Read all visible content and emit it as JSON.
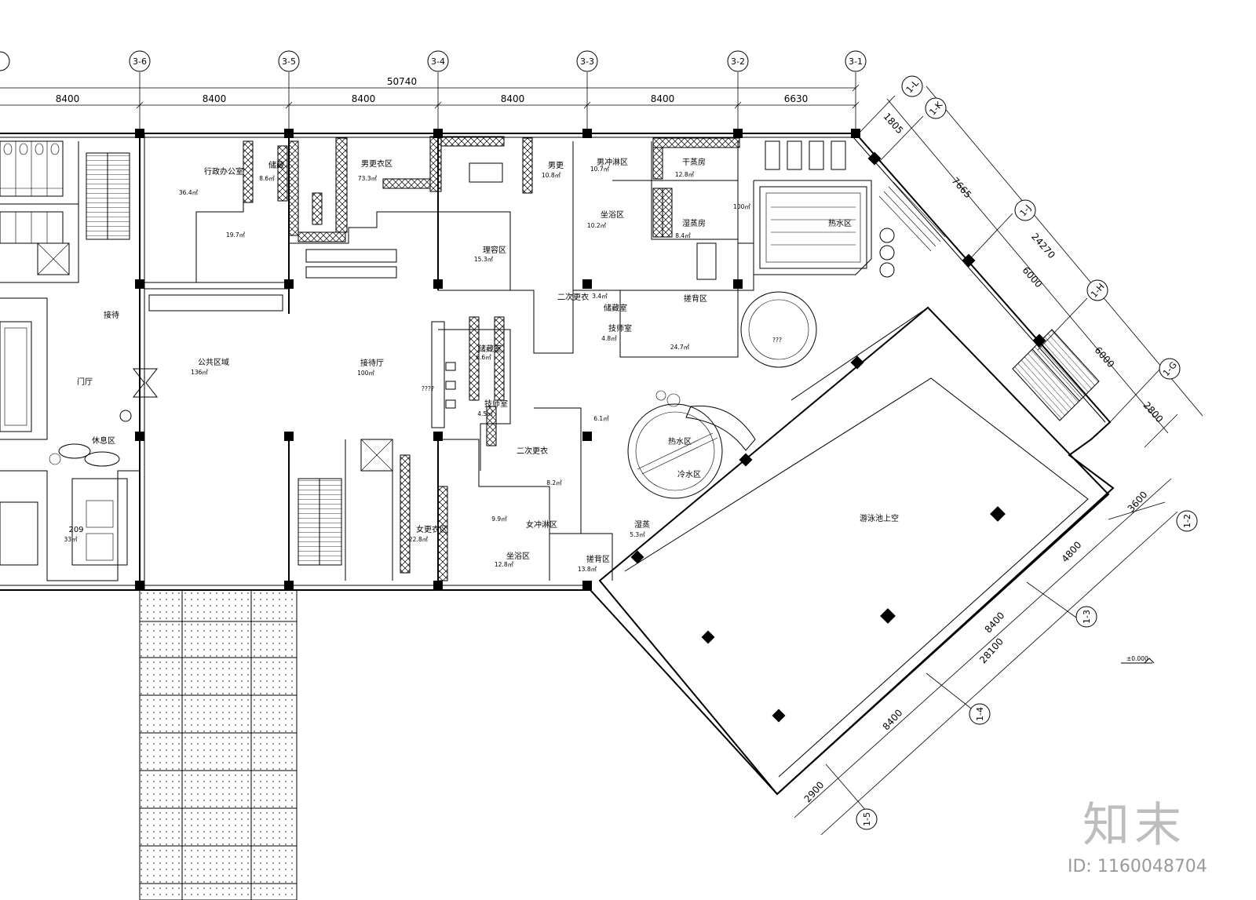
{
  "overall_dimension": "50740",
  "top_axes": [
    "3-6",
    "3-5",
    "3-4",
    "3-3",
    "3-2",
    "3-1"
  ],
  "top_spans": [
    "8400",
    "8400",
    "8400",
    "8400",
    "8400",
    "6630"
  ],
  "right_axes": [
    "1-L",
    "1-K",
    "1-J",
    "1-H",
    "1-G"
  ],
  "right_spans": [
    "1805",
    "7665",
    "6000",
    "6000",
    "2800"
  ],
  "right_total": "24270",
  "bottom_axes": [
    "1-2",
    "1-3",
    "1-4",
    "1-5"
  ],
  "bottom_spans": [
    "3600",
    "4800",
    "8400",
    "8400",
    "2900"
  ],
  "bottom_total": "28100",
  "rooms": [
    {
      "label": "行政办公室",
      "area": "36.4㎡"
    },
    {
      "label": "储藏",
      "area": "8.6㎡"
    },
    {
      "label": "男更衣区",
      "area": "73.3㎡"
    },
    {
      "label": "男更",
      "area": "10.8㎡"
    },
    {
      "label": "男冲淋区",
      "area": "10.7㎡"
    },
    {
      "label": "干蒸房",
      "area": "12.8㎡"
    },
    {
      "label": "坐浴区",
      "area": "10.2㎡"
    },
    {
      "label": "湿蒸房",
      "area": "8.4㎡"
    },
    {
      "label": "热水区",
      "area": "100㎡"
    },
    {
      "label": "理容区",
      "area": "15.3㎡"
    },
    {
      "label": "二次更衣",
      "area": "3.4㎡"
    },
    {
      "label": "储藏室",
      "area": ""
    },
    {
      "label": "搓背区",
      "area": "24.7㎡"
    },
    {
      "label": "技师室",
      "area": "4.8㎡"
    },
    {
      "label": "接待",
      "area": ""
    },
    {
      "label": "门厅",
      "area": ""
    },
    {
      "label": "公共区域",
      "area": "136㎡"
    },
    {
      "label": "接待厅",
      "area": "100㎡"
    },
    {
      "label": "储藏室",
      "area": "6.6㎡"
    },
    {
      "label": "技师室",
      "area": "4.5㎡"
    },
    {
      "label": "休息区",
      "area": ""
    },
    {
      "label": "热水区",
      "area": ""
    },
    {
      "label": "冷水区",
      "area": ""
    },
    {
      "label": "二次更衣",
      "area": "8.2㎡"
    },
    {
      "label": "女冲淋区",
      "area": "9.9㎡"
    },
    {
      "label": "女更衣区",
      "area": "22.8㎡"
    },
    {
      "label": "坐浴区",
      "area": "12.8㎡"
    },
    {
      "label": "湿蒸",
      "area": "5.3㎡"
    },
    {
      "label": "搓背区",
      "area": "13.8㎡"
    },
    {
      "label": "游泳池上空",
      "area": ""
    },
    {
      "label": "209",
      "area": "33㎡"
    }
  ],
  "misc_labels": [
    "19.7㎡",
    "6.1㎡",
    "???",
    "????"
  ],
  "level_mark": "±0.000",
  "watermark": {
    "logo": "知末",
    "id": "ID: 1160048704"
  }
}
